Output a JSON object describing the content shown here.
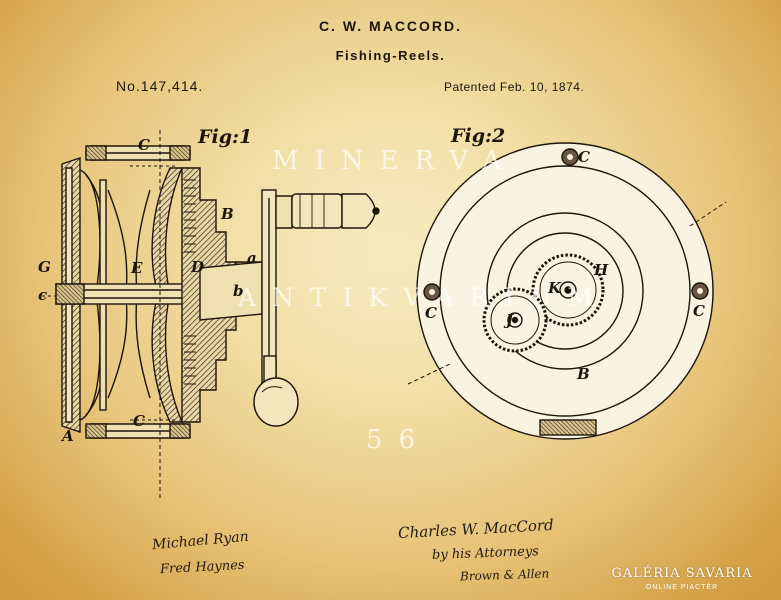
{
  "header": {
    "inventor": "C. W. MACCORD.",
    "title": "Fishing-Reels.",
    "patent_number": "No.147,414.",
    "patent_date": "Patented Feb. 10, 1874."
  },
  "figures": {
    "fig1_label": "Fig:1",
    "fig2_label": "Fig:2"
  },
  "fig1_letters": {
    "c_top": "C",
    "b": "B",
    "g": "G",
    "e": "E",
    "d": "D",
    "a_small": "a",
    "b_small": "b",
    "c_small": "c",
    "c_bottom": "C",
    "a_cap": "A"
  },
  "fig2_letters": {
    "c_top": "C",
    "h": "H",
    "k": "K",
    "j": "J",
    "c_left": "C",
    "c_right": "C",
    "b": "B"
  },
  "signatures": {
    "witness_1": "Michael Ryan",
    "witness_2": "Fred Haynes",
    "inventor_sig": "Charles W. MacCord",
    "attorney_line": "by his Attorneys",
    "attorneys": "Brown & Allen"
  },
  "watermark": {
    "line1": "MINERVA",
    "line2": "ANTIKVARIUM",
    "line3": "56"
  },
  "branding": {
    "name": "GALÉRIA SAVARIA",
    "subtitle": "ONLINE PIACTÉR"
  }
}
